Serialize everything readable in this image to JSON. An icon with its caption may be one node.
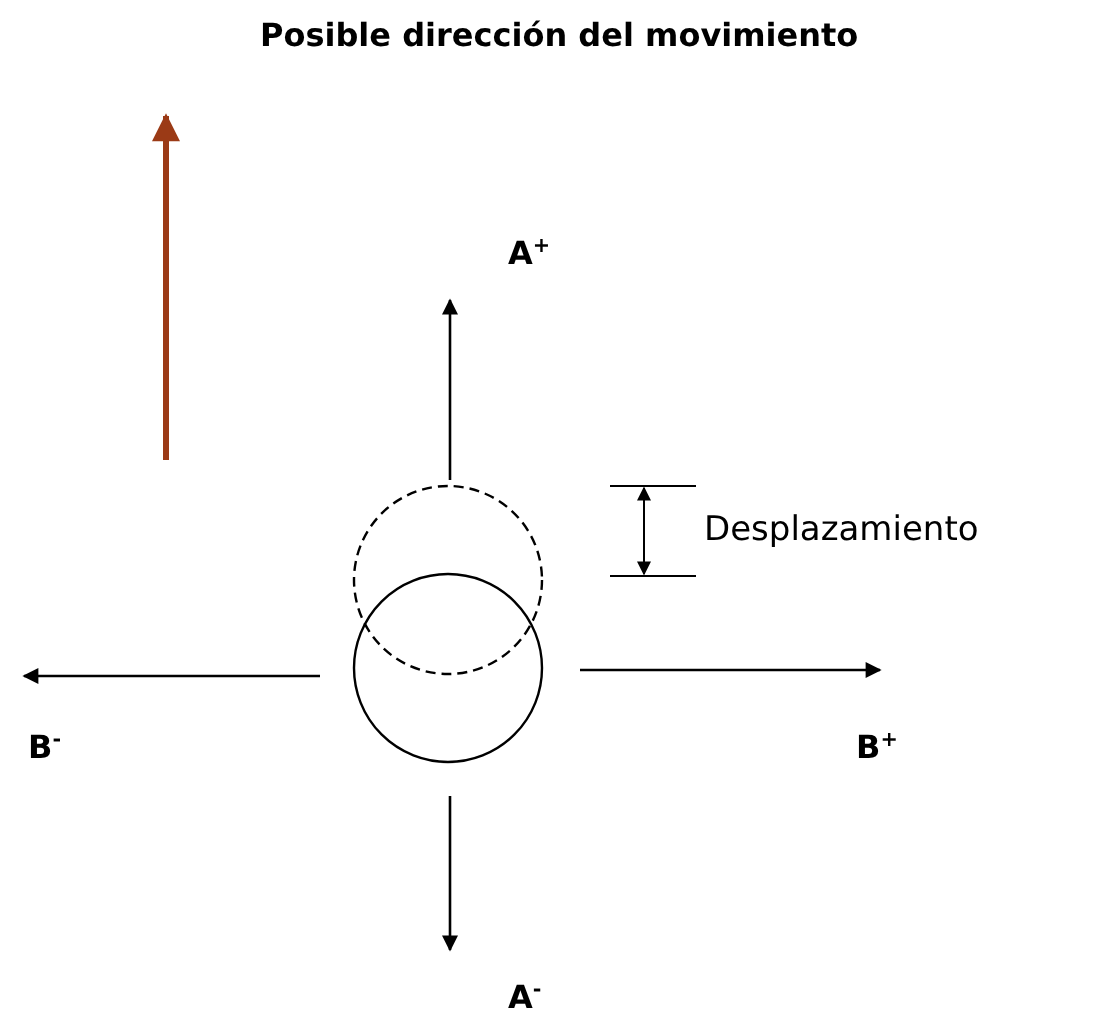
{
  "diagram": {
    "title": "Posible dirección del movimiento",
    "labels": [
      "A$^{+}$",
      "Desplazamiento",
      "B$^{-}$",
      "B$^{+}$",
      "A$^{-}$"
    ]
  }
}
